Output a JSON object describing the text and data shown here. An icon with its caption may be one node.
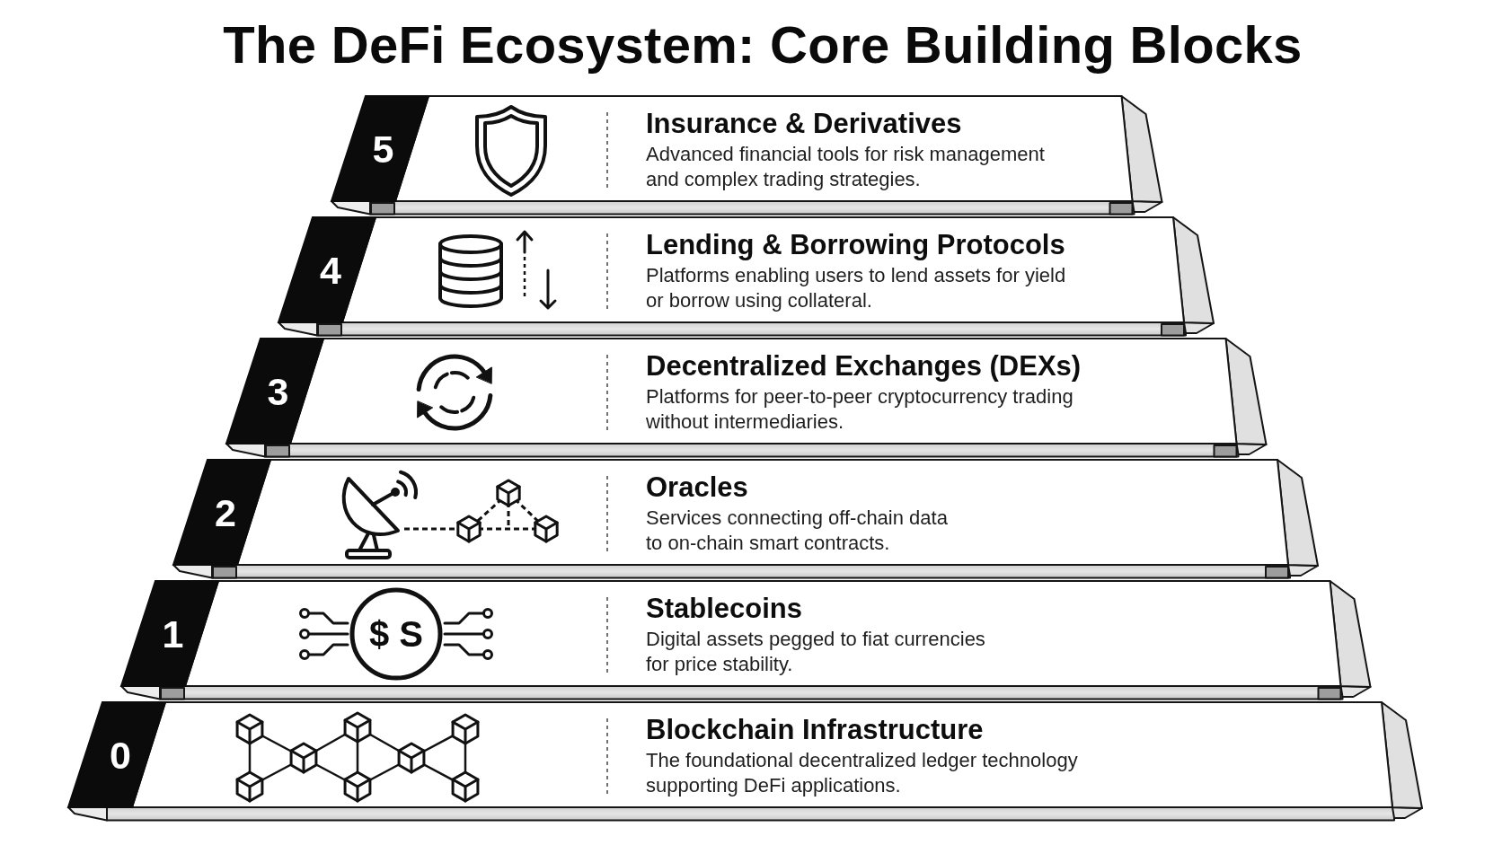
{
  "diagram": {
    "title": "The DeFi Ecosystem: Core Building Blocks",
    "nodes": [
      {
        "text": [
          "5",
          "Insurance & Derivatives",
          "Advanced financial tools for risk management and complex trading strategies."
        ]
      },
      {
        "text": [
          "4",
          "Lending & Borrowing Protocols",
          "Platforms enabling users to lend assets for yield or borrow using collateral."
        ]
      },
      {
        "text": [
          "3",
          "Decentralized Exchanges (DEXs)",
          "Platforms for peer-to-peer cryptocurrency trading without intermediaries."
        ]
      },
      {
        "text": [
          "2",
          "Oracles",
          "Services connecting off-chain data to on-chain smart contracts."
        ]
      },
      {
        "text": [
          "1",
          "Stablecoins",
          "Digital assets pegged to fiat currencies for price stability."
        ]
      },
      {
        "text": [
          "0",
          "Blockchain Infrastructure",
          "The foundational decentralized ledger technology supporting DeFi applications."
        ]
      }
    ],
    "labels": [
      "$ S"
    ]
  }
}
